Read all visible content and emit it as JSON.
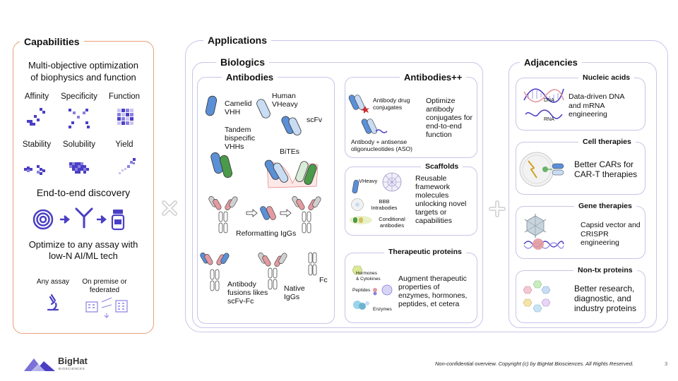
{
  "capabilities": {
    "title": "Capabilities",
    "headline_line1": "Multi-objective optimization",
    "headline_line2": "of biophysics and function",
    "grid_labels": [
      "Affinity",
      "Specificity",
      "Function",
      "Stability",
      "Solubility",
      "Yield"
    ],
    "discovery_title": "End-to-end discovery",
    "assay_line1": "Optimize to any assay with",
    "assay_line2": "low-N AI/ML tech",
    "any_assay": "Any assay",
    "premise_line1": "On premise or",
    "premise_line2": "federated"
  },
  "applications": {
    "title": "Applications",
    "biologics": {
      "title": "Biologics",
      "antibodies": {
        "title": "Antibodies",
        "labels": {
          "camelid1": "Camelid",
          "camelid2": "VHH",
          "human1": "Human",
          "human2": "VHeavy",
          "tandem1": "Tandem",
          "tandem2": "bispecific",
          "tandem3": "VHHs",
          "scfv": "scFv",
          "bites": "BiTEs",
          "reformat": "Reformatting IgGs",
          "fusion1": "Antibody",
          "fusion2": "fusions likes",
          "fusion3": "scFv-Fc",
          "native1": "Native",
          "native2": "IgGs",
          "fc": "Fc"
        }
      },
      "antibodies_pp": {
        "title": "Antibodies++",
        "adc1": "Antibody drug",
        "adc2": "conjugates",
        "aso1": "Antibody + antisense",
        "aso2": "oligonucleotides (ASO)",
        "desc": [
          "Optimize",
          "antibody",
          "conjugates for",
          "end-to-end",
          "function"
        ]
      },
      "scaffolds": {
        "title": "Scaffolds",
        "vheavy": "VHeavy",
        "bbb1": "BBB",
        "bbb2": "Intrabodies",
        "cond1": "Conditional",
        "cond2": "antibodies",
        "desc": [
          "Reusable",
          "framework",
          "molecules",
          "unlocking novel",
          "targets or",
          "capabilities"
        ]
      },
      "therapeutic": {
        "title": "Therapeutic proteins",
        "hormones1": "Hormones",
        "hormones2": "& Cytokines",
        "peptides": "Peptides",
        "enzymes": "Enzymes",
        "desc": [
          "Augment therapeutic",
          "properties of",
          "enzymes, hormones,",
          "peptides, et cetera"
        ]
      }
    },
    "adjacencies": {
      "title": "Adjacencies",
      "nucleic": {
        "title": "Nucleic acids",
        "dna": "DNA",
        "rna": "RNA",
        "desc": [
          "Data-driven DNA",
          "and mRNA",
          "engineering"
        ]
      },
      "cell": {
        "title": "Cell therapies",
        "desc": [
          "Better CARs for",
          "CAR-T therapies"
        ]
      },
      "gene": {
        "title": "Gene therapies",
        "desc": [
          "Capsid vector and",
          "CRISPR",
          "engineering"
        ]
      },
      "nontx": {
        "title": "Non-tx proteins",
        "desc": [
          "Better research,",
          "diagnostic, and",
          "industry proteins"
        ]
      }
    }
  },
  "footer": {
    "logo_name": "BigHat",
    "logo_sub": "BIOSCIENCES",
    "copyright": "Non-confidential overview. Copyright (c) by BigHat Biosciences. All Rights Reserved.",
    "page_number": "3"
  },
  "colors": {
    "accent_orange": "#e8a07a",
    "border_lavender": "#c8c4ea",
    "purple": "#4a3fc4",
    "blue": "#5b8fd6",
    "light_blue": "#c8dcf4",
    "green": "#4a9a4a",
    "pink": "#e39aa0",
    "gray": "#d0d0d0"
  }
}
